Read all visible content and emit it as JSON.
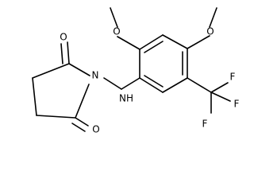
{
  "molecule": {
    "atoms": {
      "n1": "N",
      "o1": "O",
      "o2": "O",
      "o3": "O",
      "o4": "O",
      "nh": "NH",
      "f1": "F",
      "f2": "F",
      "f3": "F"
    }
  }
}
